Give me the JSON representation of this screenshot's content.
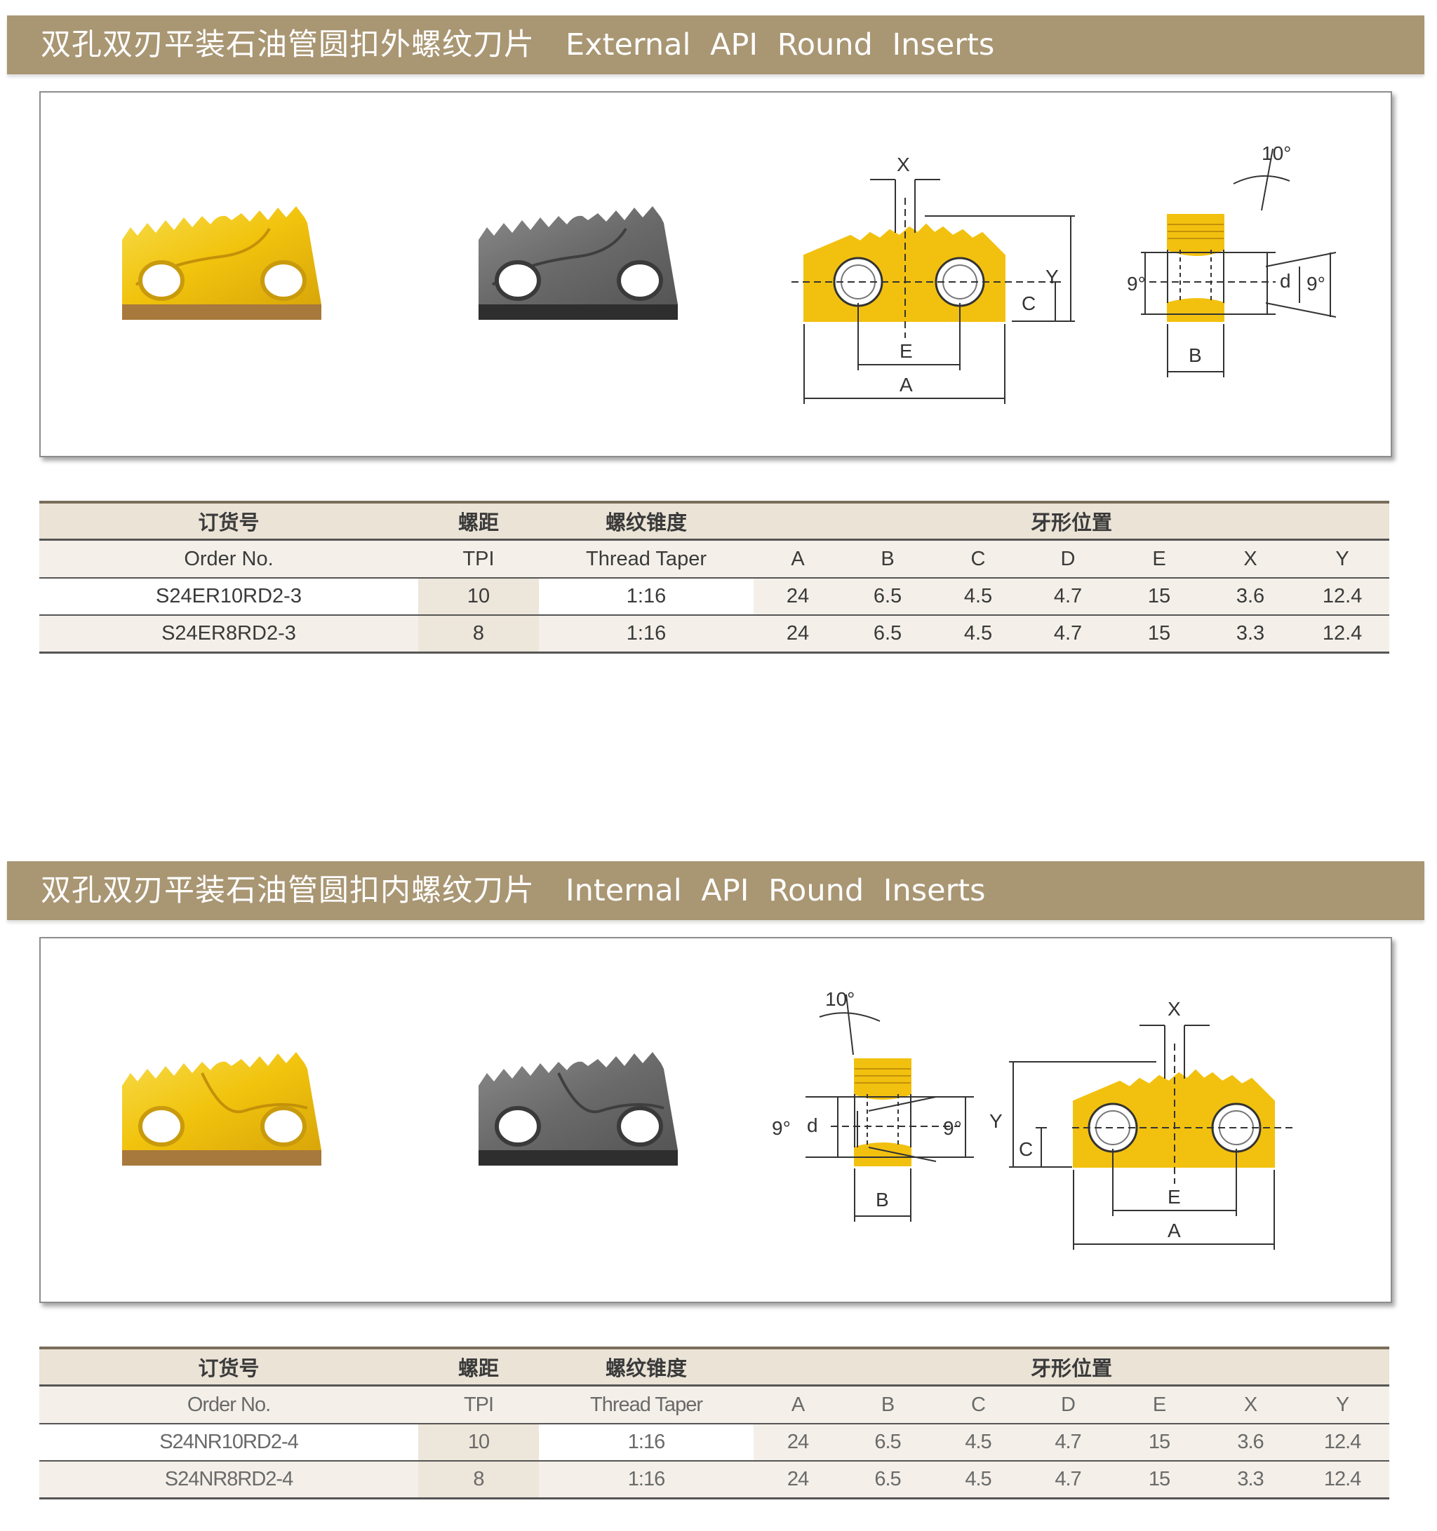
{
  "sections": [
    {
      "title_cn": "双孔双刃平装石油管圆扣外螺纹刀片",
      "title_en": "External API Round Inserts",
      "drawing": {
        "front_labels": {
          "x": "X",
          "y": "Y",
          "c": "C",
          "e": "E",
          "a": "A"
        },
        "side_labels": {
          "angle_top": "10°",
          "angle_left": "9°",
          "angle_right": "9°",
          "d": "d",
          "b": "B"
        }
      },
      "table": {
        "header_cn": {
          "order": "订货号",
          "tpi": "螺距",
          "taper": "螺纹锥度",
          "profile": "牙形位置"
        },
        "header_en": {
          "order": "Order No.",
          "tpi": "TPI",
          "taper": "Thread Taper",
          "a": "A",
          "b": "B",
          "c": "C",
          "d": "D",
          "e": "E",
          "x": "X",
          "y": "Y"
        },
        "rows": [
          {
            "order": "S24ER10RD2-3",
            "tpi": "10",
            "taper": "1:16",
            "a": "24",
            "b": "6.5",
            "c": "4.5",
            "d": "4.7",
            "e": "15",
            "x": "3.6",
            "y": "12.4"
          },
          {
            "order": "S24ER8RD2-3",
            "tpi": "8",
            "taper": "1:16",
            "a": "24",
            "b": "6.5",
            "c": "4.5",
            "d": "4.7",
            "e": "15",
            "x": "3.3",
            "y": "12.4"
          }
        ]
      }
    },
    {
      "title_cn": "双孔双刃平装石油管圆扣内螺纹刀片",
      "title_en": "Internal API Round Inserts",
      "drawing": {
        "front_labels": {
          "x": "X",
          "y": "Y",
          "c": "C",
          "e": "E",
          "a": "A"
        },
        "side_labels": {
          "angle_top": "10°",
          "angle_left": "9°",
          "angle_right": "9°",
          "d": "d",
          "b": "B"
        }
      },
      "table": {
        "header_cn": {
          "order": "订货号",
          "tpi": "螺距",
          "taper": "螺纹锥度",
          "profile": "牙形位置"
        },
        "header_en": {
          "order": "Order No.",
          "tpi": "TPI",
          "taper": "Thread Taper",
          "a": "A",
          "b": "B",
          "c": "C",
          "d": "D",
          "e": "E",
          "x": "X",
          "y": "Y"
        },
        "rows": [
          {
            "order": "S24NR10RD2-4",
            "tpi": "10",
            "taper": "1:16",
            "a": "24",
            "b": "6.5",
            "c": "4.5",
            "d": "4.7",
            "e": "15",
            "x": "3.6",
            "y": "12.4"
          },
          {
            "order": "S24NR8RD2-4",
            "tpi": "8",
            "taper": "1:16",
            "a": "24",
            "b": "6.5",
            "c": "4.5",
            "d": "4.7",
            "e": "15",
            "x": "3.3",
            "y": "12.4"
          }
        ]
      }
    }
  ],
  "colors": {
    "banner": "#a99673",
    "gold": "#f2c110",
    "carbide": "#6e6e6e",
    "base_gold": "#a7793c",
    "base_dark": "#2e2e2e"
  }
}
